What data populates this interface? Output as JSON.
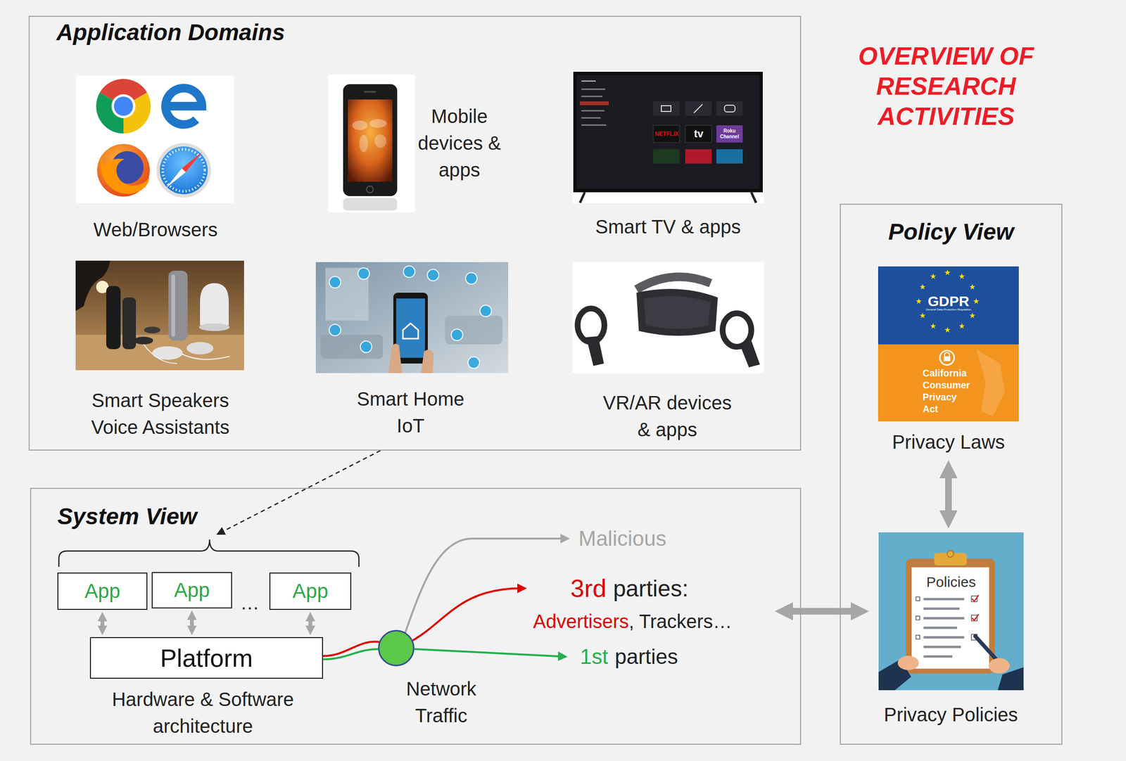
{
  "diagram": {
    "title": "OVERVIEW OF RESEARCH ACTIVITIES",
    "nodes": [
      {
        "text": [
          "Application Domains"
        ]
      },
      {
        "text": [
          "Web/Browsers"
        ],
        "in": 0
      },
      {
        "text": [
          "Mobile devices & apps"
        ],
        "in": 0
      },
      {
        "text": [
          "Smart TV & apps"
        ],
        "in": 0
      },
      {
        "text": [
          "Smart Speakers Voice Assistants"
        ],
        "in": 0
      },
      {
        "text": [
          "Smart Home IoT"
        ],
        "in": 0
      },
      {
        "text": [
          "VR/AR devices & apps"
        ],
        "in": 0
      },
      {
        "text": [
          "System View"
        ]
      },
      {
        "text": [
          "App"
        ],
        "in": 7
      },
      {
        "text": [
          "App"
        ],
        "in": 7
      },
      {
        "text": [
          "App"
        ],
        "in": 7
      },
      {
        "text": [
          "Platform",
          "Hardware & Software architecture"
        ],
        "in": 7
      },
      {
        "text": [
          "Network Traffic"
        ],
        "in": 7
      },
      {
        "text": [
          "Malicious"
        ],
        "in": 7
      },
      {
        "text": [
          "3rd",
          "parties:",
          "Advertisers",
          ", Trackers…"
        ],
        "in": 7
      },
      {
        "text": [
          "1st",
          "parties"
        ],
        "in": 7
      },
      {
        "text": [
          "Policy View"
        ]
      },
      {
        "text": [
          "GDPR",
          "General Data Protection Regulation",
          "California Consumer Privacy Act",
          "Privacy Laws"
        ],
        "in": 16
      },
      {
        "text": [
          "Policies",
          "Privacy Policies"
        ],
        "in": 16
      }
    ],
    "edges": [
      {
        "from": 0,
        "to": 7,
        "arrow": "to"
      },
      {
        "from": 8,
        "to": 11,
        "arrow": "both"
      },
      {
        "from": 9,
        "to": 11,
        "arrow": "both"
      },
      {
        "from": 10,
        "to": 11,
        "arrow": "both"
      },
      {
        "from": 11,
        "to": 12,
        "arrow": "none"
      },
      {
        "from": 12,
        "to": 13,
        "arrow": "to"
      },
      {
        "from": 12,
        "to": 14,
        "arrow": "to"
      },
      {
        "from": 12,
        "to": 15,
        "arrow": "to"
      },
      {
        "from": 14,
        "to": 18,
        "arrow": "both"
      },
      {
        "from": 17,
        "to": 18,
        "arrow": "both"
      }
    ],
    "labels": [
      "…",
      "NETFLIX",
      "tv",
      "Roku Channel"
    ]
  }
}
